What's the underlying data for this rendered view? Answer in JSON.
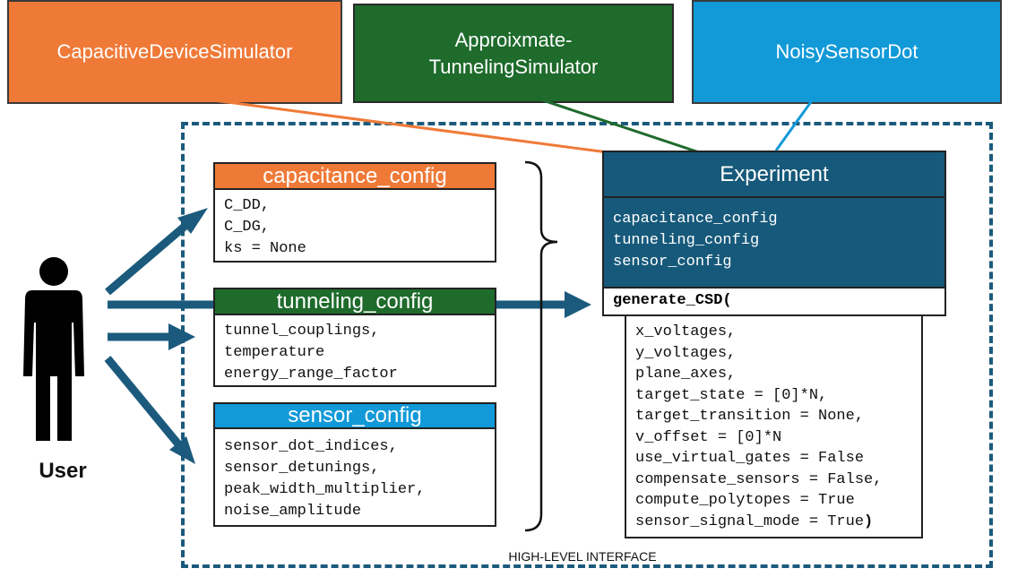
{
  "simulators": {
    "capacitive": "CapacitiveDeviceSimulator",
    "tunneling_line1": "Approixmate-",
    "tunneling_line2": "TunnelingSimulator",
    "noisy": "NoisySensorDot"
  },
  "configs": {
    "capacitance": {
      "title": "capacitance_config",
      "lines": [
        "C_DD,",
        "C_DG,",
        "ks = None"
      ]
    },
    "tunneling": {
      "title": "tunneling_config",
      "lines": [
        "tunnel_couplings,",
        "temperature",
        "energy_range_factor"
      ]
    },
    "sensor": {
      "title": "sensor_config",
      "lines": [
        "sensor_dot_indices,",
        "sensor_detunings,",
        "peak_width_multiplier,",
        "noise_amplitude"
      ]
    }
  },
  "experiment": {
    "title": "Experiment",
    "attributes": [
      "capacitance_config",
      "tunneling_config",
      "sensor_config"
    ],
    "method": "generate_CSD(",
    "args": [
      "x_voltages,",
      "y_voltages,",
      "plane_axes,",
      "target_state = [0]*N,",
      "target_transition = None,",
      "v_offset = [0]*N",
      "use_virtual_gates = False",
      "compensate_sensors = False,",
      "compute_polytopes = True"
    ],
    "last_arg": "sensor_signal_mode = True",
    "closing": ")"
  },
  "user_label": "User",
  "interface_label": "HIGH-LEVEL INTERFACE",
  "colors": {
    "orange": "#ef7a38",
    "green": "#1e6b2c",
    "blue": "#1199d8",
    "navy": "#16597a",
    "arrow": "#1b5a7c"
  },
  "icons": {
    "user": "person-silhouette-icon"
  }
}
